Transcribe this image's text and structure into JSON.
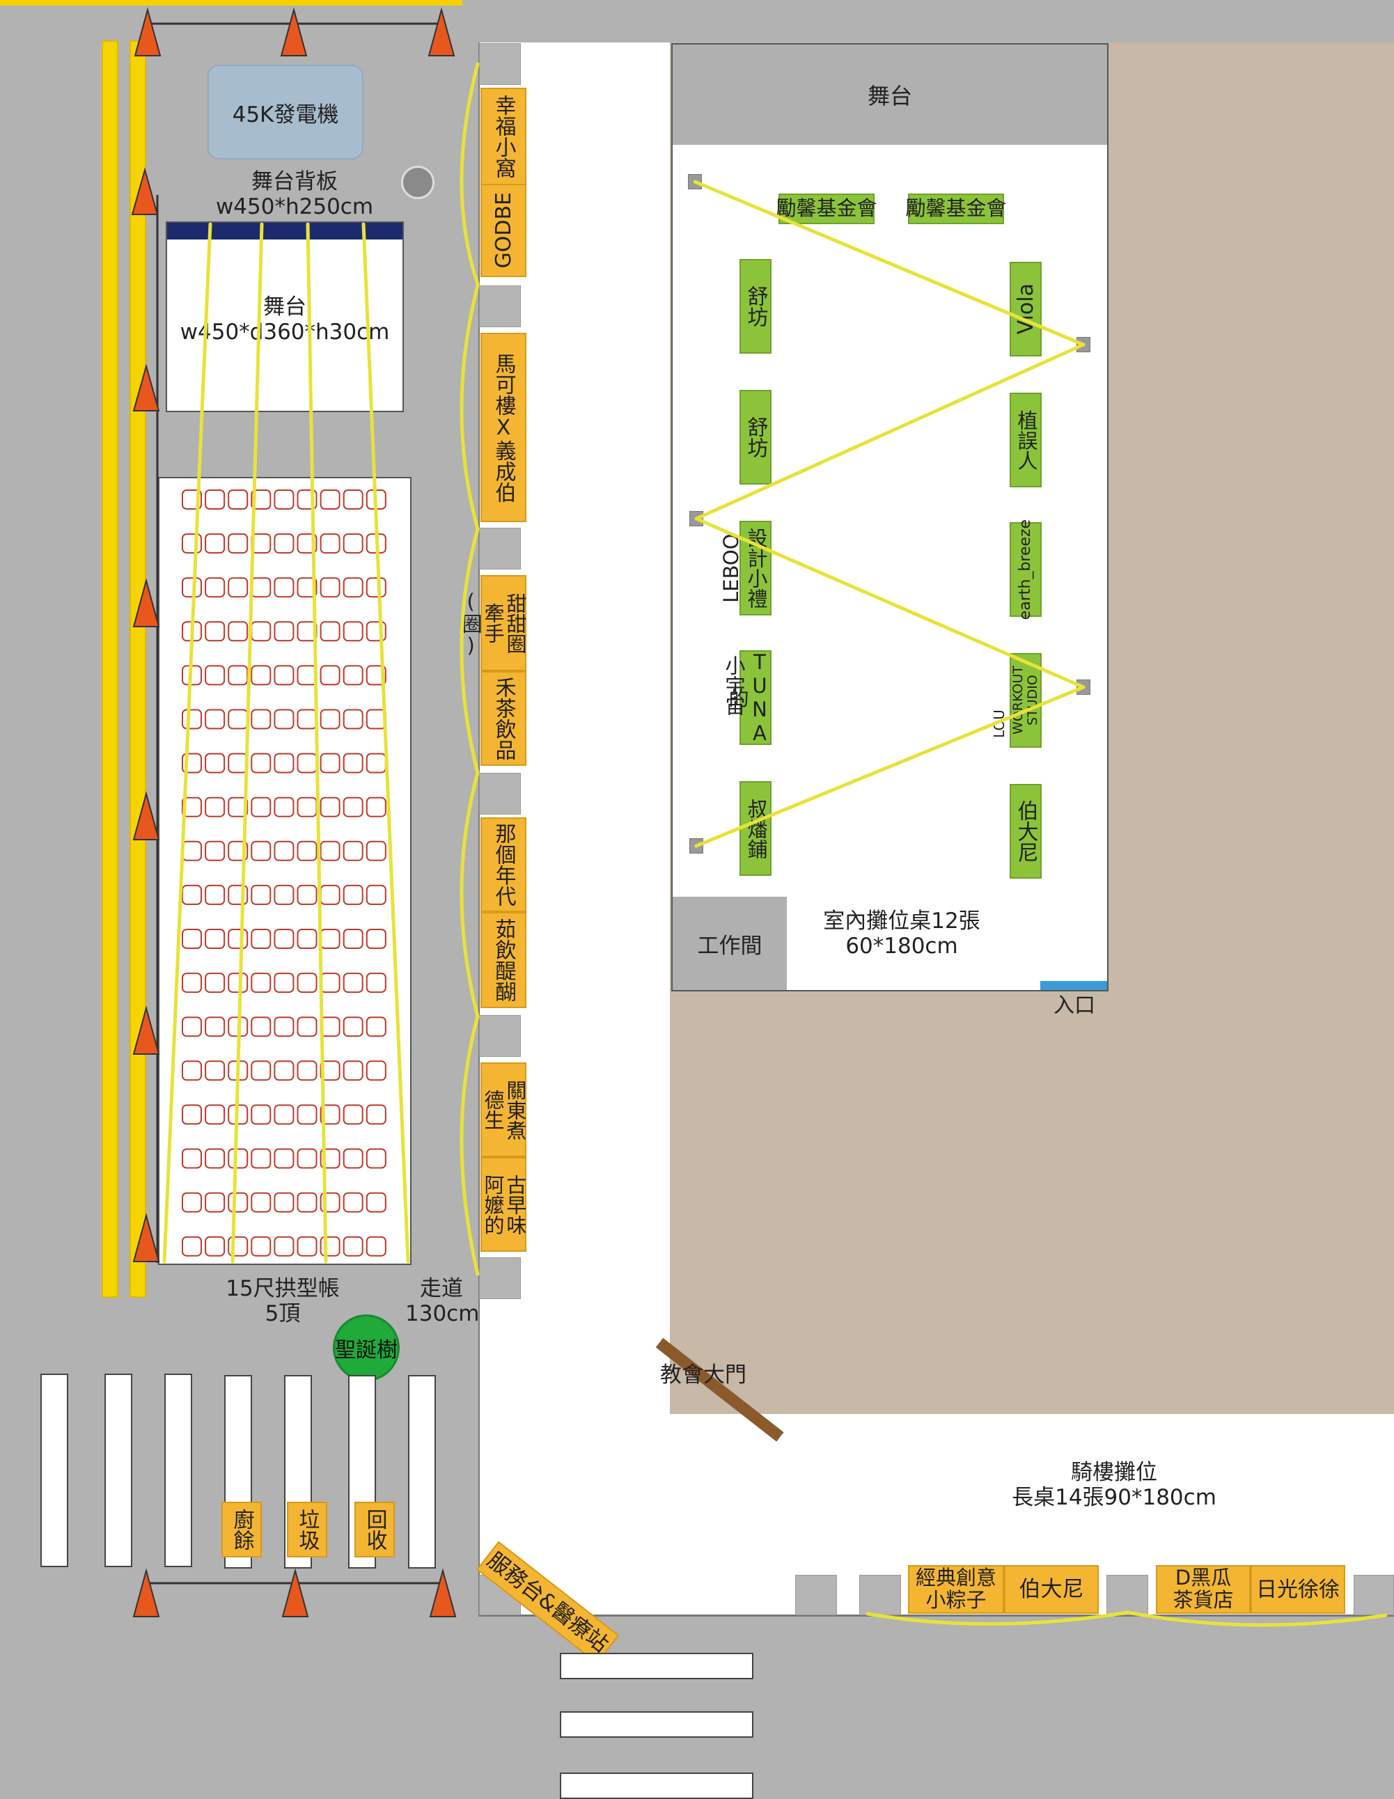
{
  "stage_area": {
    "generator": "45K發電機",
    "backdrop_label_line1": "舞台背板",
    "backdrop_label_line2": "w450*h250cm",
    "stage_line1": "舞台",
    "stage_line2": "w450*d360*h30cm",
    "tent_line1": "15尺拱型帳",
    "tent_line2": "5頂",
    "aisle_line1": "走道",
    "aisle_line2": "130cm",
    "christmas_tree": "聖誕樹",
    "kitchen_waste": "廚餘",
    "garbage": "垃圾",
    "recycle": "回收"
  },
  "outer_stalls": [
    {
      "id": "xingfu",
      "label": "幸福小窩"
    },
    {
      "id": "godbe",
      "label": "GODBE"
    },
    {
      "id": "makelou",
      "label": "馬可樓X義成伯"
    },
    {
      "id": "tiantianquan_a",
      "label": "甜甜圈"
    },
    {
      "id": "tiantianquan_b",
      "label": "牽手(圈)"
    },
    {
      "id": "hecha",
      "label": "禾茶飲品"
    },
    {
      "id": "nagenian",
      "label": "那個年代"
    },
    {
      "id": "ruyin",
      "label": "茹飲醍醐"
    },
    {
      "id": "guandong",
      "label": "關東煮"
    },
    {
      "id": "desheng",
      "label": "德生"
    },
    {
      "id": "guzao",
      "label": "古早味"
    },
    {
      "id": "amade",
      "label": "阿嬤的"
    }
  ],
  "indoor": {
    "stage": "舞台",
    "workroom": "工作間",
    "tables_line1": "室內攤位桌12張",
    "tables_line2": "60*180cm",
    "entrance": "入口",
    "booth_lizhen_a": "勵馨基金會",
    "booth_lizhen_b": "勵馨基金會",
    "booth_shufang_a": "舒坊",
    "booth_shufang_b": "舒坊",
    "booth_sheji": "設計小禮",
    "label_leboo": "LEBOO",
    "booth_tuna": "TUNA的",
    "label_xiaoyuzhou": "小宇宙",
    "booth_shufan": "叔燔鋪",
    "booth_viola": "Viola",
    "booth_zhiwuren": "植誤人",
    "booth_earth": "earth_breeze",
    "booth_workout": "WORKOUT STUDIO",
    "label_lou": "LOU",
    "booth_bodani": "伯大尼"
  },
  "church_gate": "教會大門",
  "service_desk": "服務台&醫療站",
  "arcade": {
    "title_line1": "騎樓攤位",
    "title_line2": "長桌14張90*180cm",
    "booth_zongzi_line1": "經典創意",
    "booth_zongzi_line2": "小粽子",
    "booth_bodani": "伯大尼",
    "booth_dhei_line1": "D黑瓜",
    "booth_dhei_line2": "茶貨店",
    "booth_riguang": "日光徐徐"
  },
  "colors": {
    "background": "#b2b2b2",
    "stall_orange": "#f4b532",
    "booth_green": "#8bc43a",
    "light_line": "#e8e23a",
    "courtyard_tan": "#c7b8a8",
    "backdrop_navy": "#1c2b6e",
    "entrance_blue": "#3b9bd8",
    "chair_red": "#c0392b",
    "cone_orange": "#e8571e",
    "tree_green": "#1faa3a",
    "gate_brown": "#8b5a2b"
  }
}
